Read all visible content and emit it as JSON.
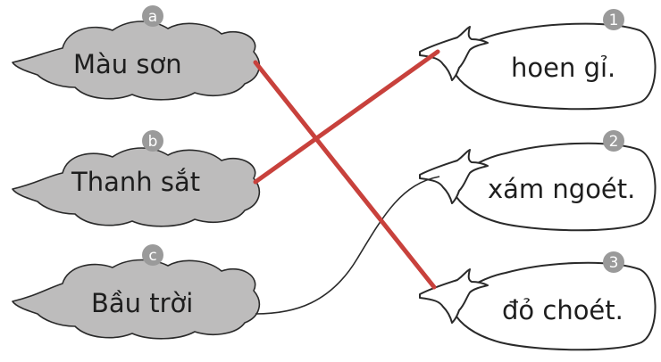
{
  "left_items": [
    {
      "badge": "a",
      "text": "Màu sơn"
    },
    {
      "badge": "b",
      "text": "Thanh sắt"
    },
    {
      "badge": "c",
      "text": "Bầu trời"
    }
  ],
  "right_items": [
    {
      "badge": "1",
      "text": "hoen gỉ."
    },
    {
      "badge": "2",
      "text": "xám ngoét."
    },
    {
      "badge": "3",
      "text": "đỏ choét."
    }
  ],
  "connections": [
    {
      "from": "a",
      "to": "3",
      "color": "#c8413c",
      "style": "thick"
    },
    {
      "from": "b",
      "to": "1",
      "color": "#c8413c",
      "style": "thick"
    },
    {
      "from": "c",
      "to": "2",
      "color": "#2a2a2a",
      "style": "thin"
    }
  ]
}
